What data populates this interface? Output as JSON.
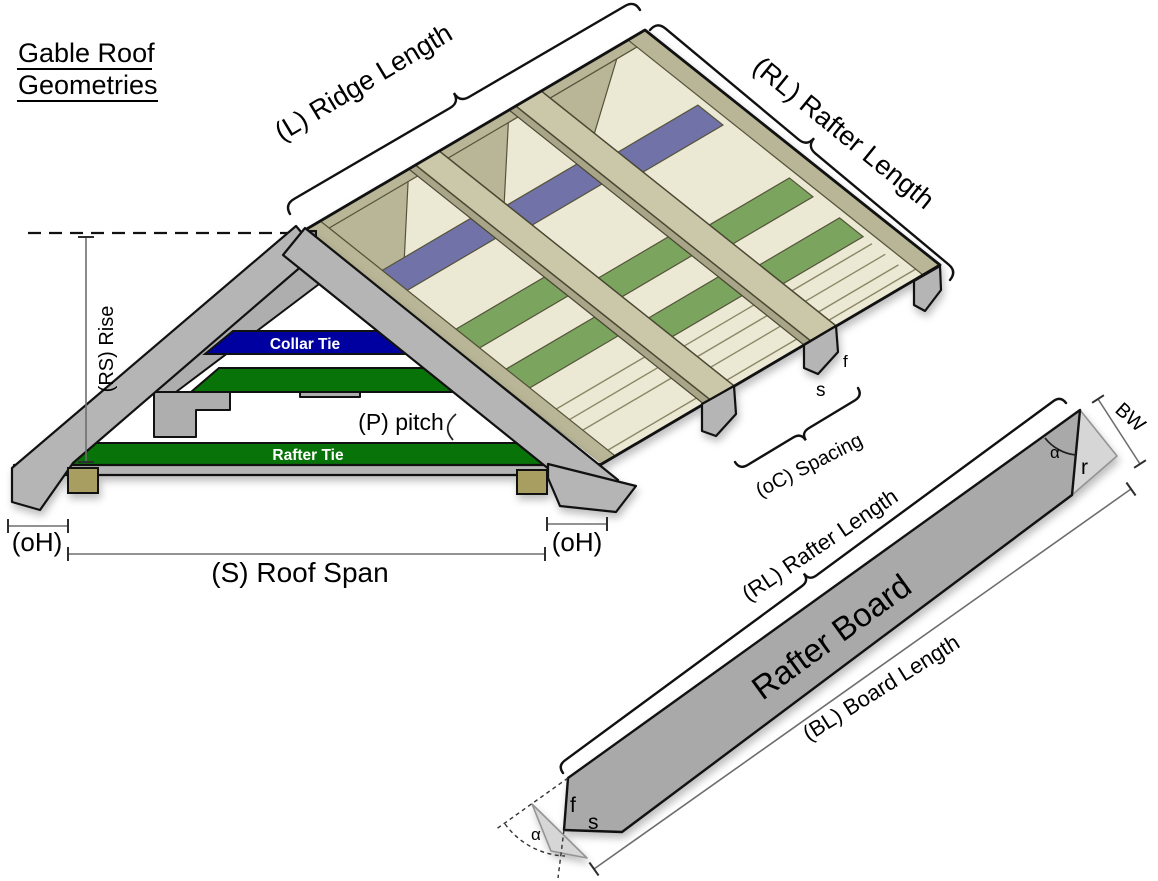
{
  "title": {
    "line1": "Gable Roof",
    "line2": "Geometries"
  },
  "roof": {
    "ridge_length": "(L) Ridge Length",
    "rafter_length": "(RL) Rafter Length",
    "rise": "(RS) Rise",
    "collar_tie": "Collar Tie",
    "rafter_tie": "Rafter Tie",
    "pitch": "(P) pitch",
    "overhang_left": "(oH)",
    "overhang_right": "(oH)",
    "roof_span": "(S) Roof Span",
    "spacing": "(oC) Spacing",
    "tail_fascia_cut": "f",
    "tail_seat_cut": "s"
  },
  "rafter_board": {
    "rafter_length": "(RL) Rafter Length",
    "name": "Rafter Board",
    "board_length": "(BL) Board Length",
    "board_width": "BW",
    "plumb_angle_top": "α",
    "ridge_cut": "r",
    "fascia_cut": "f",
    "seat_cut": "s",
    "plumb_angle_bottom": "α"
  },
  "colors": {
    "collar_tie_blue": "#0000A0",
    "rafter_tie_green": "#087308",
    "stripe_green": "#7BA55F",
    "stripe_blue": "#7173A8",
    "beam_olive": "#CBC8A9",
    "deck_cream": "#EBE8D4",
    "lumber_gray": "#B5B5B5",
    "plate_tan": "#A89E62"
  }
}
